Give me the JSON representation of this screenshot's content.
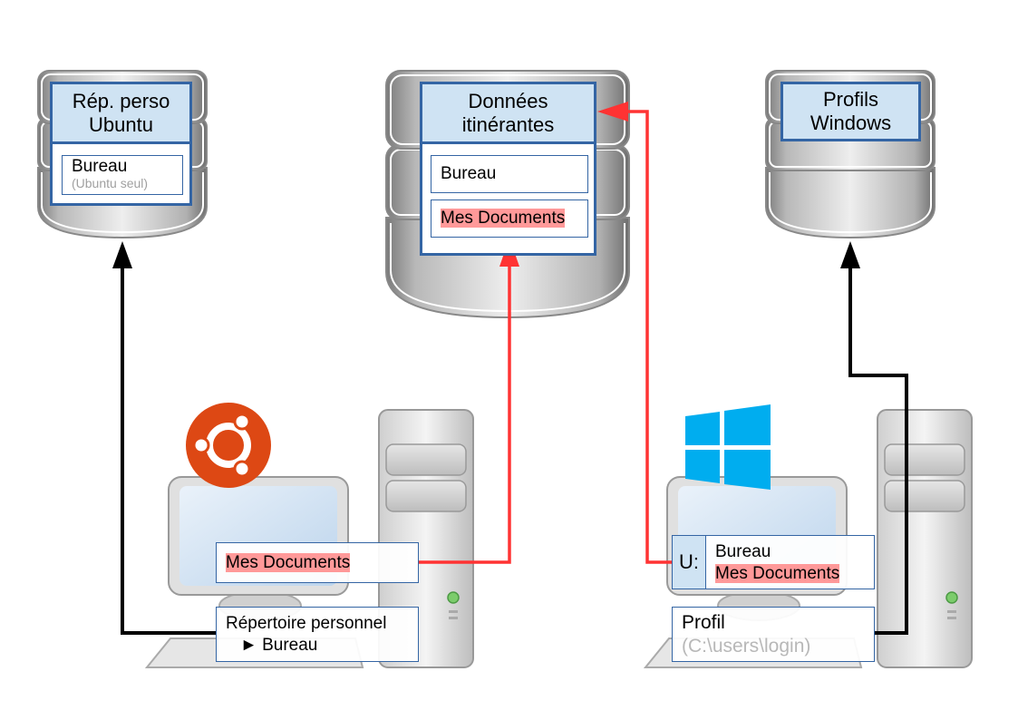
{
  "servers": {
    "ubuntu": {
      "title_line1": "Rép. perso",
      "title_line2": "Ubuntu",
      "folder": {
        "name": "Bureau",
        "note": "(Ubuntu seul)"
      }
    },
    "roaming": {
      "title_line1": "Données",
      "title_line2": "itinérantes",
      "folders": [
        "Bureau",
        "Mes Documents"
      ]
    },
    "windows_profiles": {
      "title_line1": "Profils",
      "title_line2": "Windows"
    }
  },
  "clients": {
    "ubuntu": {
      "os_logo": "ubuntu-logo",
      "mapped_folder": "Mes Documents",
      "home_dir": "Répertoire personnel",
      "home_sub": "► Bureau"
    },
    "windows": {
      "os_logo": "windows-logo",
      "drive_letter": "U:",
      "drive_folders": [
        "Bureau",
        "Mes Documents"
      ],
      "profile_label": "Profil",
      "profile_path": "(C:\\users\\login)"
    }
  },
  "colors": {
    "frame_blue": "#3465a4",
    "header_fill": "#cfe3f3",
    "highlight": "#ff9999",
    "redirect_arrow": "#ff3333",
    "sync_arrow": "#000000",
    "ubuntu_orange": "#dd4814",
    "windows_blue": "#00adef"
  }
}
